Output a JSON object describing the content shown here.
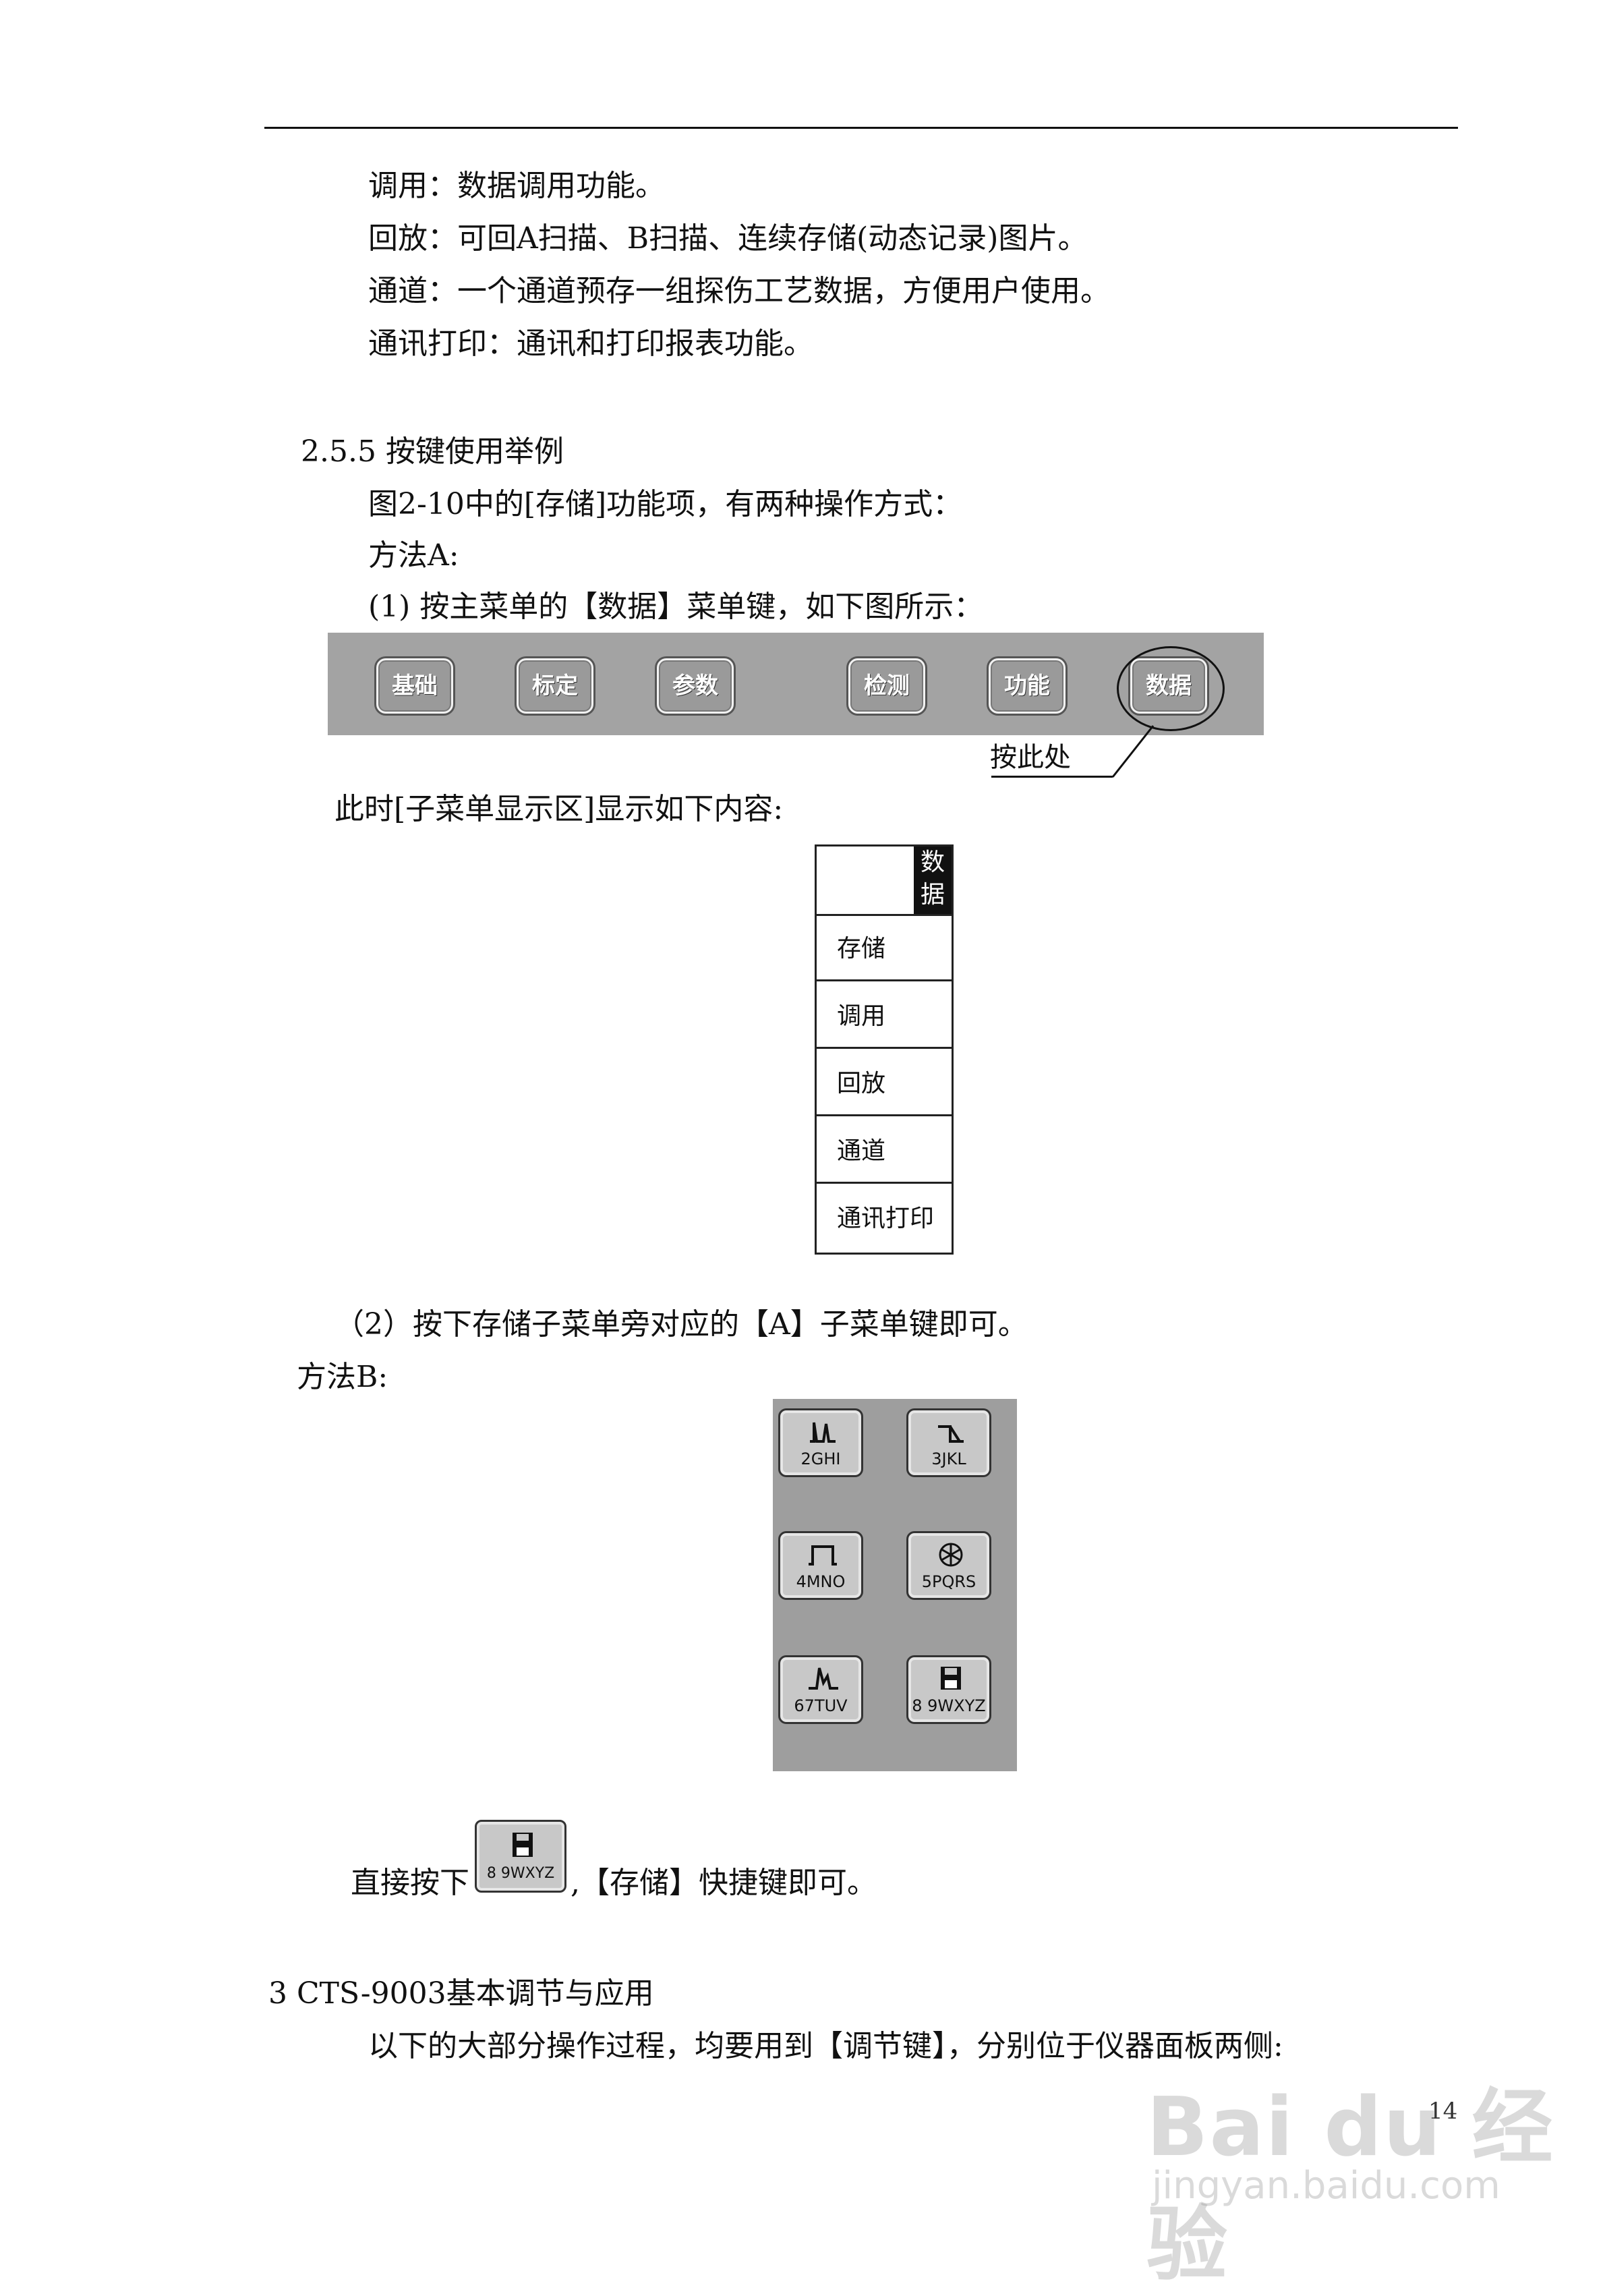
{
  "lines": {
    "l1": "调用：数据调用功能。",
    "l2": "回放：可回A扫描、B扫描、连续存储(动态记录)图片。",
    "l3": "通道：一个通道预存一组探伤工艺数据，方便用户使用。",
    "l4": "通讯打印：通讯和打印报表功能。",
    "section_255": "2.5.5   按键使用举例",
    "l5": "图2-10中的[存储]功能项，有两种操作方式：",
    "method_a": "方法A:",
    "step1": "(1) 按主菜单的【数据】菜单键，如下图所示：",
    "submenu_intro": "此时[子菜单显示区]显示如下内容:",
    "step2": "（2）按下存储子菜单旁对应的【A】子菜单键即可。",
    "method_b": "方法B:",
    "direct_pre": "直接按下",
    "direct_post": ",【存储】快捷键即可。",
    "section_3": "3   CTS-9003基本调节与应用",
    "l_last": "以下的大部分操作过程，均要用到【调节键】，分别位于仪器面板两侧:"
  },
  "menu_bar": {
    "keys": [
      "基础",
      "标定",
      "参数",
      "检测",
      "功能",
      "数据"
    ],
    "callout": "按此处"
  },
  "submenu": {
    "title_top": "数",
    "title_bottom": "据",
    "items": [
      "存储",
      "调用",
      "回放",
      "通道",
      "通讯打印"
    ]
  },
  "keypad": {
    "keys": [
      {
        "label": "2GHI",
        "icon": "gate-peaks-icon"
      },
      {
        "label": "3JKL",
        "icon": "gate-step-icon"
      },
      {
        "label": "4MNO",
        "icon": "pulse-icon"
      },
      {
        "label": "5PQRS",
        "icon": "snowflake-icon"
      },
      {
        "label": "67TUV",
        "icon": "peak-hold-icon"
      },
      {
        "label": "8 9WXYZ",
        "icon": "floppy-disk-icon"
      }
    ],
    "inline_key_label": "8 9WXYZ"
  },
  "page_number": "14",
  "watermark": {
    "brand": "Bai du 经验",
    "url": "jingyan.baidu.com"
  }
}
